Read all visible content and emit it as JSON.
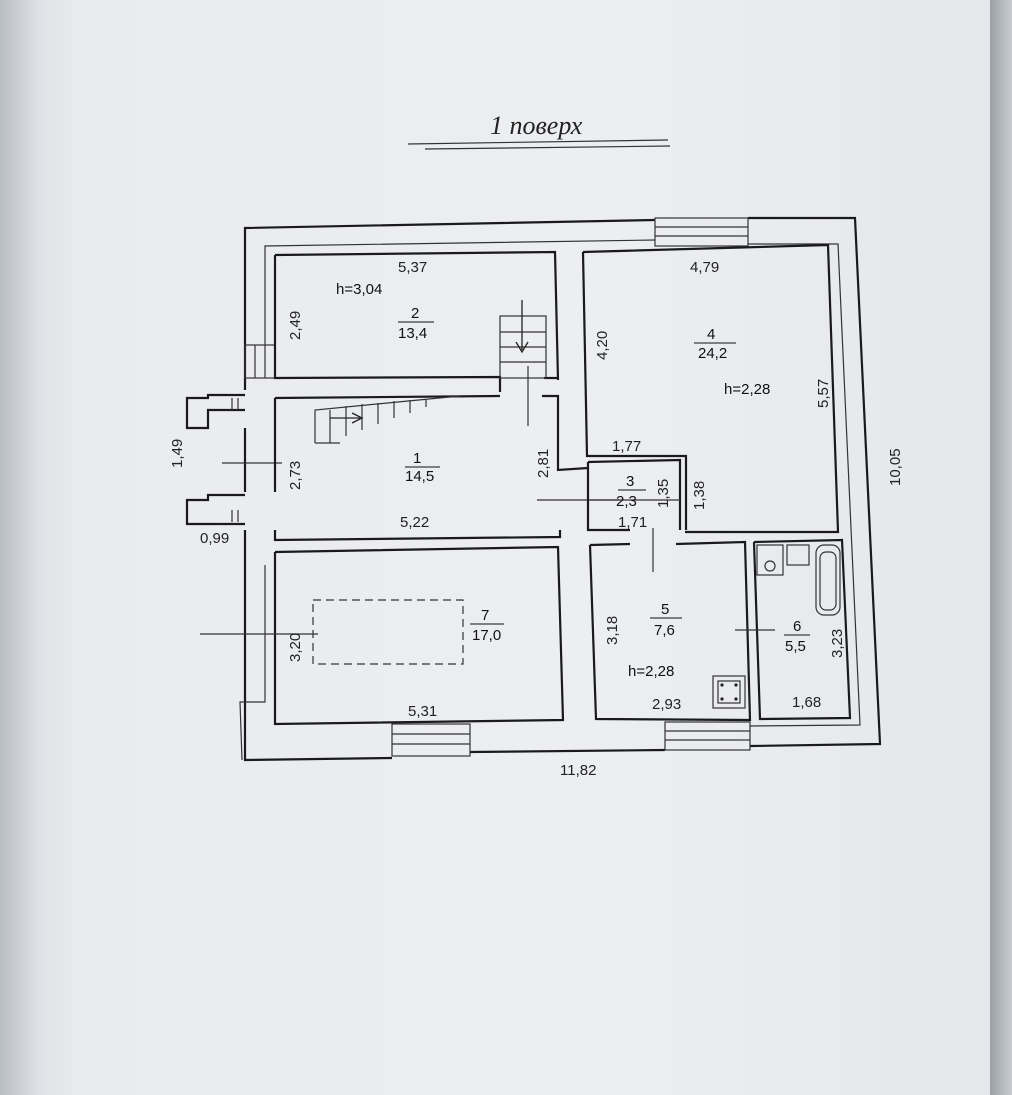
{
  "title": "1 поверх",
  "overall": {
    "total_width": "11,82",
    "total_depth": "10,05"
  },
  "porch": {
    "width": "1,49",
    "depth": "0,99"
  },
  "rooms": [
    {
      "id": "1",
      "area": "14,5",
      "width": "5,22",
      "depth": "2,73"
    },
    {
      "id": "2",
      "area": "13,4",
      "width": "5,37",
      "depth": "2,49",
      "height": "h=3,04"
    },
    {
      "id": "3",
      "area": "2,3",
      "width": "1,71",
      "depth": "1,35"
    },
    {
      "id": "4",
      "area": "24,2",
      "width": "4,79",
      "depth": "4,20",
      "height": "h=2,28"
    },
    {
      "id": "5",
      "area": "7,6",
      "width": "2,93",
      "depth": "3,18",
      "height": "h=2,28"
    },
    {
      "id": "6",
      "area": "5,5",
      "width": "1,68",
      "depth": "3,23"
    },
    {
      "id": "7",
      "area": "17,0",
      "width": "5,31",
      "depth": "3,20"
    }
  ],
  "extra_dims": {
    "hall_right": "2,81",
    "room4_right": "5,57",
    "room3_top": "1,77",
    "room3_right": "1,38"
  }
}
